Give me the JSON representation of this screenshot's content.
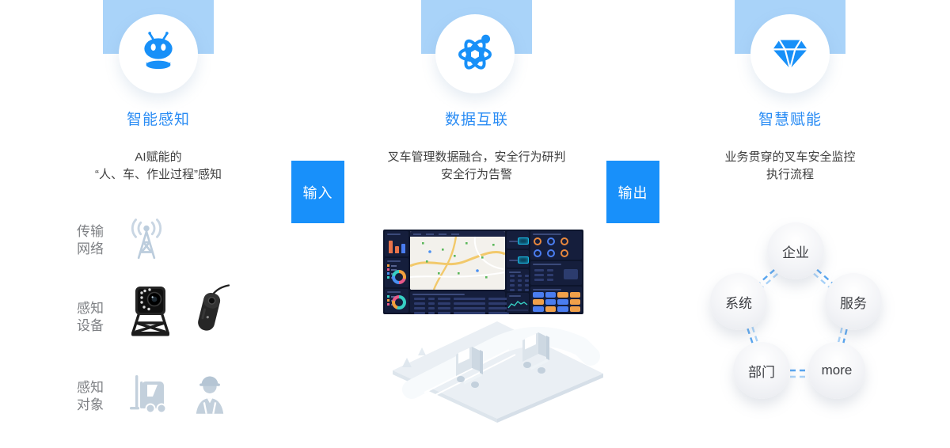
{
  "colors": {
    "accent": "#1890f8",
    "header_light_blue": "#a9d3f9",
    "title_blue": "#2a8cf4",
    "body_text": "#3f3f3f",
    "label_gray": "#7e8084",
    "muted_icon": "#c3d0dc"
  },
  "columns": [
    {
      "icon": "robot-icon",
      "title": "智能感知",
      "desc_line1": "AI赋能的",
      "desc_line2": "“人、车、作业过程”感知",
      "rows": [
        {
          "label_line1": "传输",
          "label_line2": "网络",
          "icons": [
            "antenna-icon"
          ]
        },
        {
          "label_line1": "感知",
          "label_line2": "设备",
          "icons": [
            "vehicle-camera-icon",
            "dashcam-icon"
          ]
        },
        {
          "label_line1": "感知",
          "label_line2": "对象",
          "icons": [
            "forklift-icon",
            "worker-icon"
          ]
        }
      ]
    },
    {
      "icon": "atom-icon",
      "title": "数据互联",
      "desc_line1": "叉车管理数据融合，安全行为研判",
      "desc_line2": "安全行为告警"
    },
    {
      "icon": "diamond-icon",
      "title": "智慧赋能",
      "desc_line1": "业务贯穿的叉车安全监控",
      "desc_line2": "执行流程",
      "nodes": [
        {
          "label": "企业"
        },
        {
          "label": "系统"
        },
        {
          "label": "服务"
        },
        {
          "label": "部门"
        },
        {
          "label": "more"
        }
      ]
    }
  ],
  "flow": {
    "input_label": "输入",
    "output_label": "输出"
  },
  "dashboard_mock": {
    "bg": "#0d152c",
    "panel": "#151e3c",
    "map_bg": "#f3f1ec",
    "road_yellow": "#f2c96b",
    "accent_cyan": "#1ab8e0",
    "bar_heights": [
      16,
      9,
      12
    ],
    "bar_colors": [
      "#e8734a",
      "#e8734a",
      "#4a7df0"
    ],
    "donut1_colors": [
      "#f2a03d",
      "#e85a8a",
      "#4a90f2",
      "#37d0c4"
    ],
    "donut2_colors": [
      "#37d0c4",
      "#f2a03d",
      "#e85a8a"
    ],
    "gauge_colors": [
      "#e8883d",
      "#4a7df0",
      "#e8883d",
      "#4a7df0",
      "#4a7df0",
      "#e8883d",
      "#4a7df0",
      "#e8883d"
    ],
    "tile_colors": [
      "#4a7df0",
      "#4a7df0",
      "#f0a04a",
      "#f0a04a",
      "#f0a04a",
      "#4a7df0",
      "#4a7df0",
      "#f0a04a",
      "#4a7df0",
      "#f0a04a",
      "#4a7df0",
      "#f0a04a"
    ]
  }
}
